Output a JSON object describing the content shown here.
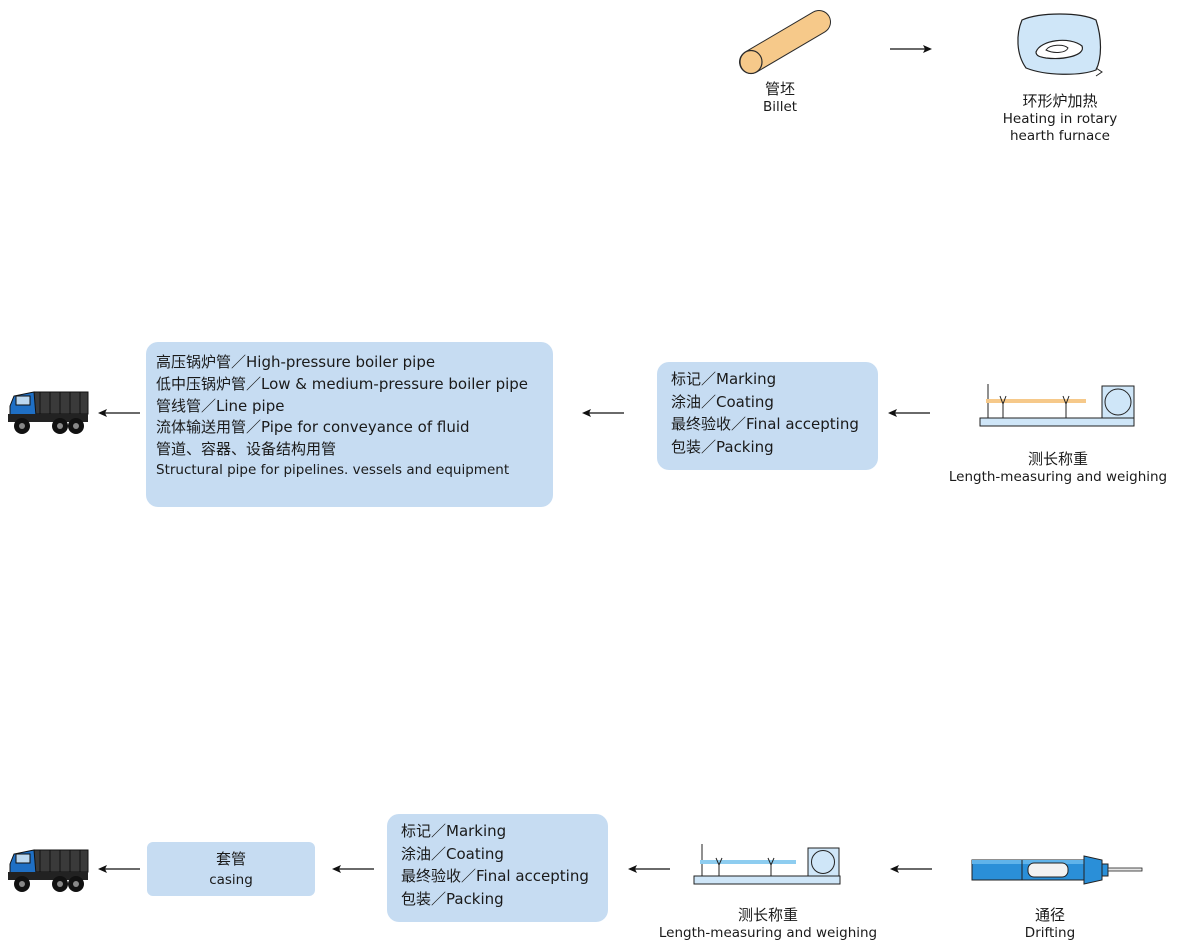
{
  "row1": {
    "billet": {
      "cn": "管坯",
      "en": "Billet"
    },
    "furnace": {
      "cn": "环形炉加热",
      "en_line1": "Heating in rotary",
      "en_line2": "hearth furnace"
    }
  },
  "row2": {
    "products": [
      "高压锅炉管／High-pressure boiler pipe",
      "低中压锅炉管／Low & medium-pressure boiler pipe",
      "管线管／Line pipe",
      "流体输送用管／Pipe for conveyance of fluid",
      "管道、容器、设备结构用管",
      "Structural pipe for pipelines. vessels and equipment"
    ],
    "finishing": [
      "标记／Marking",
      "涂油／Coating",
      "最终验收／Final accepting",
      "包装／Packing"
    ],
    "measure": {
      "cn": "测长称重",
      "en": "Length-measuring and weighing"
    }
  },
  "row3": {
    "casing": {
      "cn": "套管",
      "en": "casing"
    },
    "finishing": [
      "标记／Marking",
      "涂油／Coating",
      "最终验收／Final accepting",
      "包装／Packing"
    ],
    "measure": {
      "cn": "测长称重",
      "en": "Length-measuring and weighing"
    },
    "drifting": {
      "cn": "通径",
      "en": "Drifting"
    }
  },
  "colors": {
    "box_fill": "#c6dcf2",
    "billet": "#f6c98a",
    "furnace": "#cfe6f8",
    "truck_blue": "#1f6fc4",
    "pipe_blue": "#2a8fd8"
  },
  "icons": [
    "billet-icon",
    "furnace-icon",
    "truck-icon",
    "measuring-station-icon",
    "drifting-mandrel-icon",
    "arrow-right-icon",
    "arrow-left-icon"
  ]
}
